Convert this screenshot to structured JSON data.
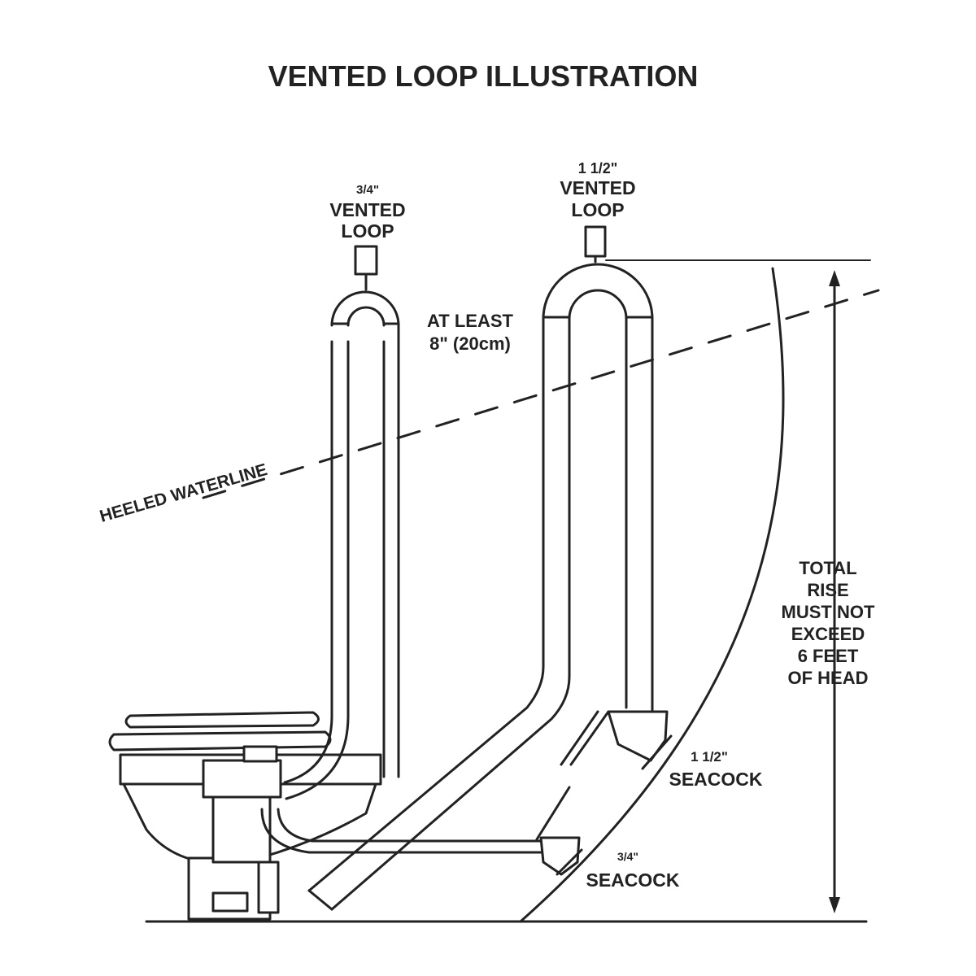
{
  "title": "VENTED LOOP ILLUSTRATION",
  "labels": {
    "small_loop_size": "3/4\"",
    "small_loop_line1": "VENTED",
    "small_loop_line2": "LOOP",
    "large_loop_size": "1 1/2\"",
    "large_loop_line1": "VENTED",
    "large_loop_line2": "LOOP",
    "at_least_line1": "AT LEAST",
    "at_least_line2": "8\" (20cm)",
    "heeled_waterline": "HEELED WATERLINE",
    "total_rise": [
      "TOTAL",
      "RISE",
      "MUST NOT",
      "EXCEED",
      "6 FEET",
      "OF HEAD"
    ],
    "large_seacock_size": "1 1/2\"",
    "large_seacock": "SEACOCK",
    "small_seacock_size": "3/4\"",
    "small_seacock": "SEACOCK"
  },
  "colors": {
    "ink": "#222222",
    "paper": "#ffffff"
  }
}
